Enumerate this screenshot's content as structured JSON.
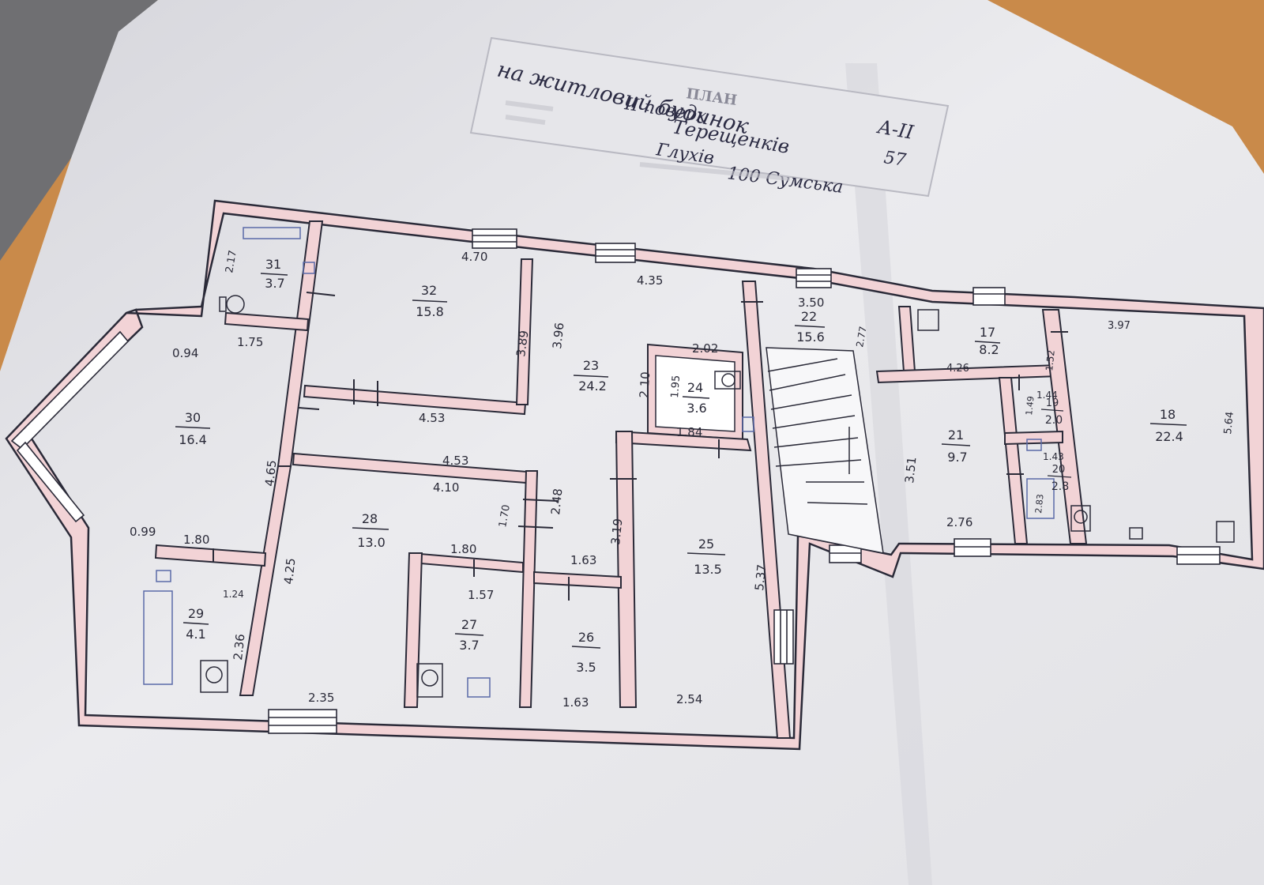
{
  "header": {
    "title": "ПЛАН",
    "line1": "на житловий будинок",
    "code": "А-II",
    "line2": "II поверх",
    "street": "Терещенків",
    "number": "57",
    "city": "Глухів",
    "region": "100 Сумська"
  },
  "rooms": [
    {
      "id": "31",
      "area": "3.7"
    },
    {
      "id": "32",
      "area": "15.8"
    },
    {
      "id": "23",
      "area": "24.2"
    },
    {
      "id": "22",
      "area": "15.6"
    },
    {
      "id": "24",
      "area": "3.6"
    },
    {
      "id": "30",
      "area": "16.4"
    },
    {
      "id": "28",
      "area": "13.0"
    },
    {
      "id": "25",
      "area": "13.5"
    },
    {
      "id": "29",
      "area": "4.1"
    },
    {
      "id": "27",
      "area": "3.7"
    },
    {
      "id": "26",
      "area": "3.5"
    },
    {
      "id": "17",
      "area": "8.2"
    },
    {
      "id": "21",
      "area": "9.7"
    },
    {
      "id": "19",
      "area": "2.0"
    },
    {
      "id": "20",
      "area": "2.8"
    },
    {
      "id": "18",
      "area": "22.4"
    }
  ],
  "dims": {
    "d01": "4.70",
    "d02": "4.35",
    "d03": "3.50",
    "d04": "2.17",
    "d05": "1.75",
    "d06": "0.94",
    "d07": "3.89",
    "d08": "3.96",
    "d09": "2.02",
    "d10": "2.10",
    "d11": "1.95",
    "d12": "4.53",
    "d13": "1.84",
    "d14": "4.65",
    "d15": "4.53",
    "d16": "4.10",
    "d17": "1.70",
    "d18": "2.48",
    "d19": "0.99",
    "d20": "1.80",
    "d21": "4.25",
    "d22": "1.80",
    "d23": "1.24",
    "d24": "1.63",
    "d25": "3.19",
    "d26": "5.37",
    "d27": "1.57",
    "d28": "2.36",
    "d29": "2.35",
    "d30": "1.63",
    "d31": "2.54",
    "d32": "3.97",
    "d33": "4.26",
    "d34": "1.52",
    "d35": "1.44",
    "d36": "1.49",
    "d37": "3.51",
    "d38": "1.43",
    "d39": "2.83",
    "d40": "2.76",
    "d41": "5.64",
    "d42": "2.77"
  },
  "colors": {
    "wall": "#f2d3d6",
    "ink": "#2a2a38",
    "paper": "#eaeaec",
    "table": "#c98a4a"
  }
}
